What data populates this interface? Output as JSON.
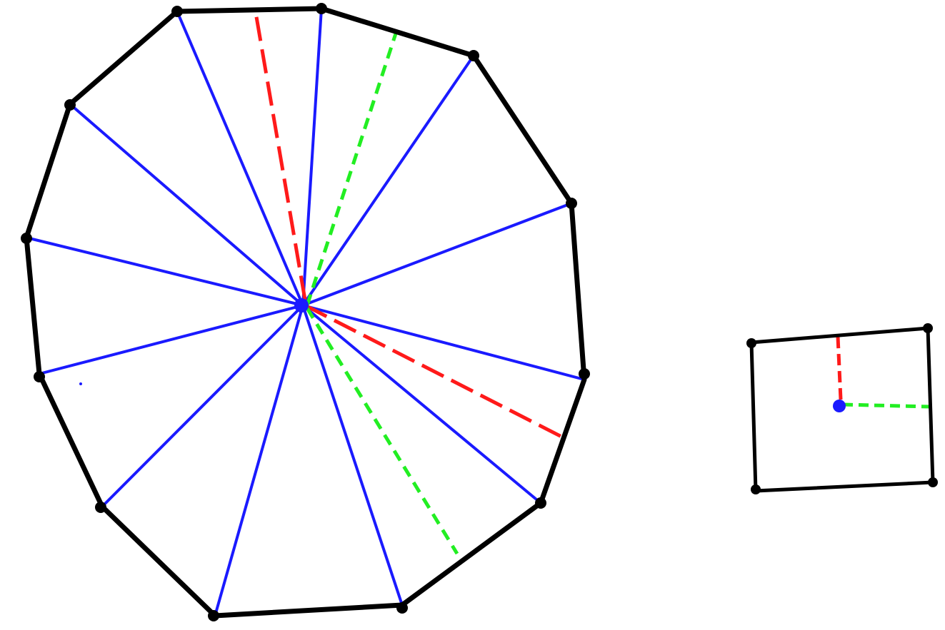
{
  "colors": {
    "background": "#ffffff",
    "outline": "#000000",
    "spoke": "#1a1aff",
    "center": "#1a1aff",
    "red_dashed": "#ff1a1a",
    "green_dashed": "#22ee22"
  },
  "figures": [
    {
      "name": "polygon",
      "sides": 12,
      "description_labels": []
    },
    {
      "name": "square",
      "sides": 4,
      "description_labels": []
    }
  ]
}
